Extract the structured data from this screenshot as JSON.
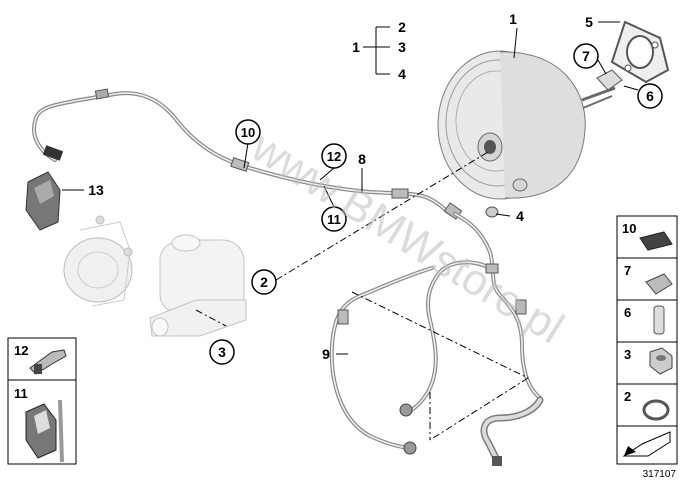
{
  "labels": {
    "l1": "1",
    "l1b": "1",
    "l2": "2",
    "l2b": "2",
    "l3": "3",
    "l3b": "3",
    "l4": "4",
    "l4b": "4",
    "l5": "5",
    "l6": "6",
    "l7": "7",
    "l8": "8",
    "l9": "9",
    "l10": "10",
    "l11": "11",
    "l12": "12",
    "l13": "13"
  },
  "legend_right": [
    "10",
    "7",
    "6",
    "3",
    "2"
  ],
  "legend_left": [
    "12",
    "11"
  ],
  "watermark": "www.BMWstore.pl",
  "diagram_number": "317107",
  "colors": {
    "ink": "#000000",
    "part": "#e9e9e9",
    "watermark": "#bdbdbd"
  }
}
